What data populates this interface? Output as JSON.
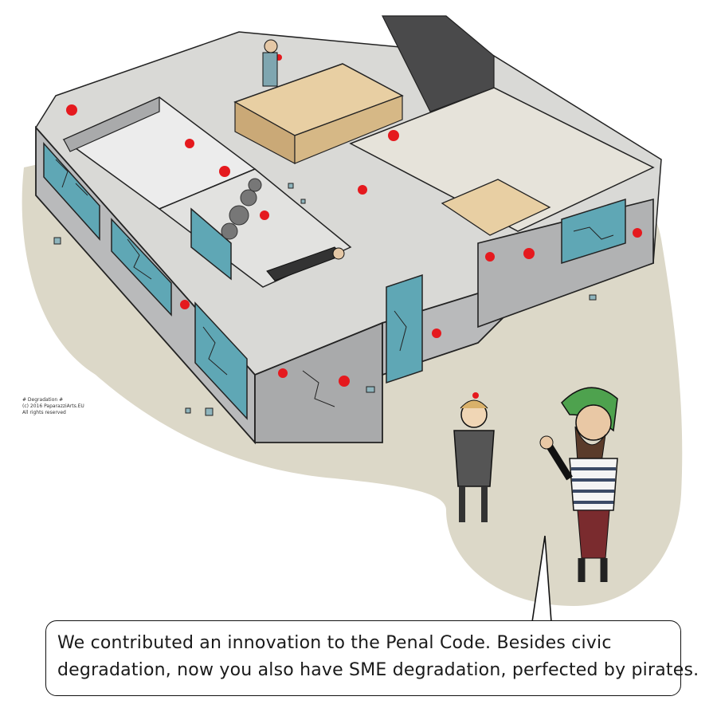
{
  "credit": {
    "title": "# Degradation #",
    "copyright": "(c) 2016 PaparazziArts.EU",
    "rights": "All rights reserved"
  },
  "caption": {
    "line1": "We contributed an innovation to the Penal Code. Besides civic",
    "line2": "degradation, now you also have SME degradation, perfected by pirates."
  },
  "colors": {
    "ground": "#dcd8c8",
    "wall": "#b9babb",
    "window": "#5fa7b5",
    "blood": "#e5191e",
    "bandana": "#4ea24e",
    "desk": "#e8cfa3"
  }
}
